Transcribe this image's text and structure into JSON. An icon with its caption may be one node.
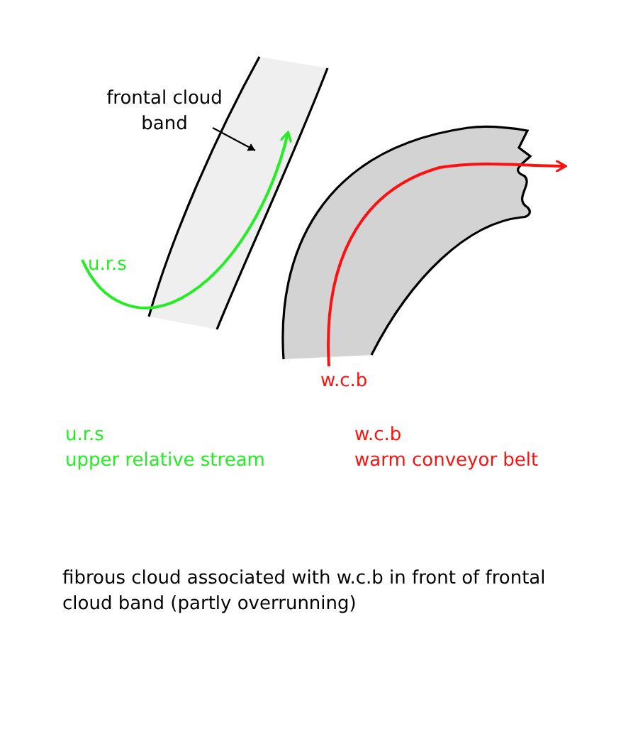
{
  "diagram": {
    "caption": "fibrous cloud associated with w.c.b in front of frontal cloud band (partly overrunning)",
    "nodes": [
      {
        "text": [
          "frontal cloud band"
        ]
      },
      {
        "text": [],
        "shape": "band"
      }
    ],
    "edges": [
      {
        "from": 0,
        "to": 1,
        "arrow": "to"
      }
    ],
    "labels": [
      "u.r.s",
      "w.c.b",
      "u.r.s",
      "upper relative stream",
      "w.c.b",
      "warm conveyor belt"
    ]
  }
}
